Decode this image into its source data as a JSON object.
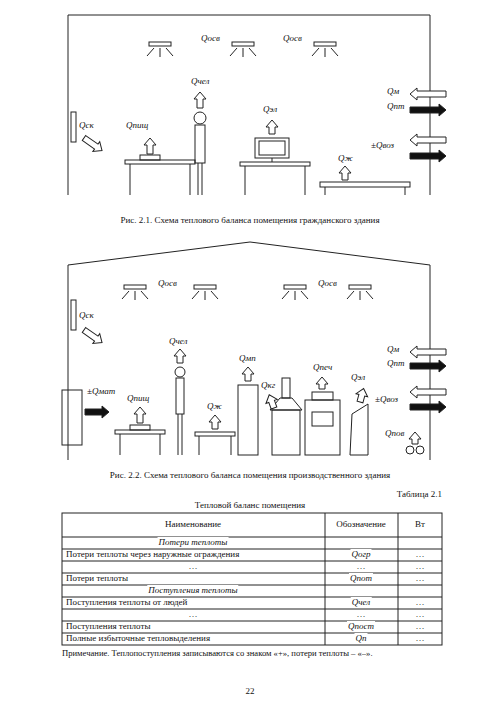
{
  "diagram": {
    "labels": [
      "Qосв",
      "Qосв",
      "Qск",
      "Qпищ",
      "Qчел",
      "Qэл",
      "Qм",
      "Qпт",
      "±Qвоз",
      "Qж",
      "Рис. 2.1. Схема теплового баланса помещения гражданского здания",
      "Qосв",
      "Qосв",
      "Qск",
      "Qчел",
      "Qпищ",
      "Qмп",
      "Qкг",
      "Qпеч",
      "Qэл",
      "Qм",
      "Qпт",
      "±Qвоз",
      "±Qмат",
      "Qж",
      "Qпов",
      "Рис. 2.2. Схема теплового баланса помещения производственного здания",
      "Таблица 2.1",
      "Тепловой баланс помещения",
      "Наименование",
      "Обозначение",
      "Вт",
      "Потери теплоты",
      "Потери теплоты через наружные ограждения",
      "Qогр",
      "…",
      "…",
      "…",
      "…",
      "Потери теплоты",
      "Qпот",
      "…",
      "Поступления теплоты",
      "Поступления теплоты от людей",
      "Qчел",
      "…",
      "…",
      "…",
      "…",
      "Поступления теплоты",
      "Qпост",
      "…",
      "Полные избыточные тепловыделения",
      "Qп",
      "…",
      "Примечание. Теплопоступления записываются со знаком «+», потери теплоты – «–».",
      "22"
    ]
  }
}
